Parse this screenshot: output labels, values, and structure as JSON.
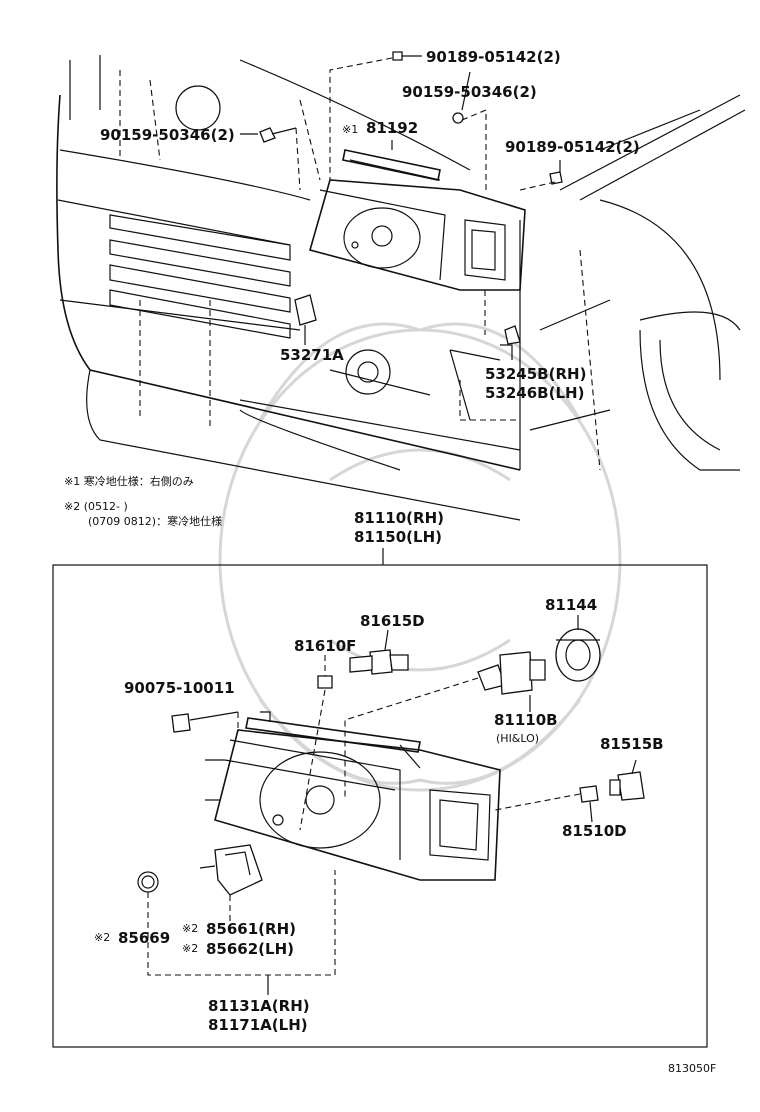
{
  "upper": {
    "bolt_top": "90189-05142(2)",
    "screw_top": "90159-50346(2)",
    "screw_left": "90159-50346(2)",
    "bolt_right": "90189-05142(2)",
    "bracket_mark": "※1",
    "bracket": "81192",
    "clip_left": "53271A",
    "clip_rh": "53245B(RH)",
    "clip_lh": "53246B(LH)"
  },
  "notes": {
    "n1": "※1 寒冷地仕様：右側のみ",
    "n2a": "※2 (0512-        )",
    "n2b": "(0709 0812)：寒冷地仕様"
  },
  "assembly": {
    "rh": "81110(RH)",
    "lh": "81150(LH)"
  },
  "lower": {
    "bulb_socket": "81615D",
    "bulb_small": "81610F",
    "cap": "81144",
    "bolt": "90075-10011",
    "main_bulb": "81110B",
    "main_bulb_sub": "(HI&LO)",
    "side_socket": "81515B",
    "side_bulb": "81510D",
    "ring_mark": "※2",
    "ring": "85669",
    "actuator_mark_rh": "※2",
    "actuator_rh": "85661(RH)",
    "actuator_mark_lh": "※2",
    "actuator_lh": "85662(LH)",
    "unit_rh": "81131A(RH)",
    "unit_lh": "81171A(LH)"
  },
  "footer": {
    "code": "813050F"
  }
}
